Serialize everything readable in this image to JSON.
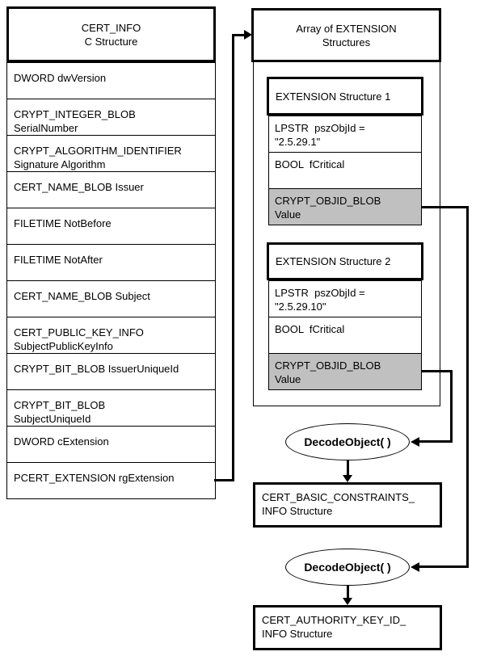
{
  "diagram": {
    "cert_info": {
      "title": "CERT_INFO\nC Structure",
      "rows": [
        "DWORD dwVersion",
        "CRYPT_INTEGER_BLOB\nSerialNumber",
        "CRYPT_ALGORITHM_IDENTIFIER\nSignature Algorithm",
        "CERT_NAME_BLOB Issuer",
        "FILETIME NotBefore",
        "FILETIME NotAfter",
        "CERT_NAME_BLOB Subject",
        "CERT_PUBLIC_KEY_INFO\nSubjectPublicKeyInfo",
        "CRYPT_BIT_BLOB IssuerUniqueId",
        "CRYPT_BIT_BLOB\nSubjectUniqueId",
        "DWORD cExtension",
        "PCERT_EXTENSION rgExtension"
      ]
    },
    "extension_array": {
      "title": "Array of EXTENSION\nStructures",
      "structures": [
        {
          "title": "EXTENSION Structure 1",
          "fields": [
            "LPSTR  pszObjId =\n\"2.5.29.1\"",
            "BOOL  fCritical",
            "CRYPT_OBJID_BLOB\nValue"
          ]
        },
        {
          "title": "EXTENSION Structure 2",
          "fields": [
            "LPSTR  pszObjId =\n\"2.5.29.10\"",
            "BOOL  fCritical",
            "CRYPT_OBJID_BLOB\nValue"
          ]
        }
      ]
    },
    "decode_calls": [
      "DecodeObject( )",
      "DecodeObject( )"
    ],
    "results": [
      "CERT_BASIC_CONSTRAINTS_\nINFO Structure",
      "CERT_AUTHORITY_KEY_ID_\nINFO Structure"
    ],
    "colors": {
      "line": "#000000",
      "highlight_fill": "#c0c0c0",
      "background": "#ffffff"
    }
  }
}
